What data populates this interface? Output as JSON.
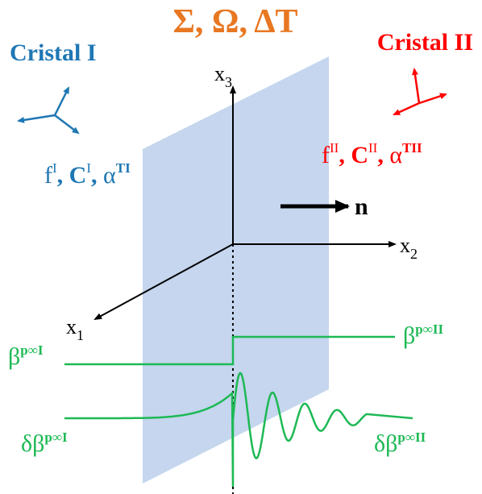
{
  "title": "Σ, Ω, ΔT",
  "crystal_1": {
    "label": "Cristal I",
    "props": {
      "f": "f",
      "f_sup": "I",
      "C": "C",
      "C_sup": "I",
      "alpha": "α",
      "alpha_sup": "TI",
      "sep": ", "
    }
  },
  "crystal_2": {
    "label": "Cristal II",
    "props": {
      "f": "f",
      "f_sup": "II",
      "C": "C",
      "C_sup": "II",
      "alpha": "α",
      "alpha_sup": "TII",
      "sep": ", "
    }
  },
  "axes": {
    "x1": {
      "base": "x",
      "sub": "1"
    },
    "x2": {
      "base": "x",
      "sub": "2"
    },
    "x3": {
      "base": "x",
      "sub": "3"
    }
  },
  "normal": {
    "label": "n"
  },
  "curves": {
    "beta_I": {
      "base": "β",
      "sup": "p∞I"
    },
    "beta_II": {
      "base": "β",
      "sup": "p∞II"
    },
    "dbeta_I": {
      "base": "δβ",
      "sup": "p∞I"
    },
    "dbeta_II": {
      "base": "δβ",
      "sup": "p∞II"
    }
  },
  "colors": {
    "orange": "#E87722",
    "blue": "#1F77B4",
    "red": "#FF0000",
    "green": "#1DB954",
    "plane": "#C5D6EE",
    "black": "#000000"
  }
}
